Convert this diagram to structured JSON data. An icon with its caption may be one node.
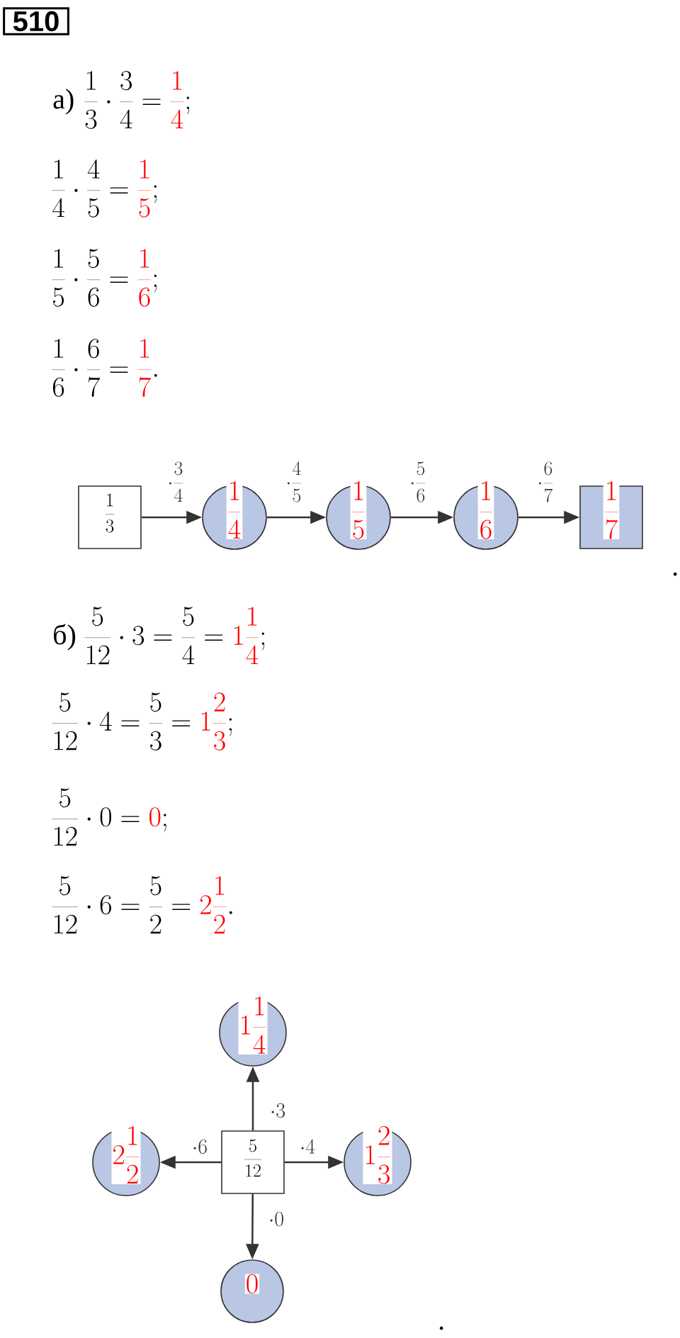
{
  "diagram": {
    "nodes": [
      {
        "text": [
          "\\frac{1}{3}"
        ]
      },
      {
        "text": [
          "\\frac{1}{4}"
        ]
      },
      {
        "text": [
          "\\frac{1}{5}"
        ]
      },
      {
        "text": [
          "\\frac{1}{6}"
        ]
      },
      {
        "text": [
          "\\frac{1}{7}"
        ]
      },
      {
        "text": [
          "1\\frac{1}{4}"
        ]
      },
      {
        "text": [
          "2\\frac{1}{2}"
        ]
      },
      {
        "text": [
          "\\frac{5}{12}"
        ]
      },
      {
        "text": [
          "1\\frac{2}{3}"
        ]
      },
      {
        "text": [
          "0"
        ]
      }
    ],
    "edges": [
      {
        "from": 0,
        "to": 1,
        "arrow": "to",
        "label": "\\cdot\\frac{3}{4}"
      },
      {
        "from": 1,
        "to": 2,
        "arrow": "to",
        "label": "\\cdot\\frac{4}{5}"
      },
      {
        "from": 2,
        "to": 3,
        "arrow": "to",
        "label": "\\cdot\\frac{5}{6}"
      },
      {
        "from": 3,
        "to": 4,
        "arrow": "to",
        "label": "\\cdot\\frac{6}{7}"
      },
      {
        "from": 7,
        "to": 5,
        "arrow": "to",
        "label": "\\cdot 3"
      },
      {
        "from": 7,
        "to": 6,
        "arrow": "to",
        "label": "\\cdot 6"
      },
      {
        "from": 7,
        "to": 8,
        "arrow": "to",
        "label": "\\cdot 4"
      },
      {
        "from": 7,
        "to": 9,
        "arrow": "to",
        "label": "\\cdot 0"
      }
    ],
    "labels": [
      "510",
      "а)",
      "\\frac{1}{3}\\cdot\\frac{3}{4}={\\color{red}\\frac{1}{4}};",
      "\\frac{1}{4}\\cdot\\frac{4}{5}={\\color{red}\\frac{1}{5}};",
      "\\frac{1}{5}\\cdot\\frac{5}{6}={\\color{red}\\frac{1}{6}};",
      "\\frac{1}{6}\\cdot\\frac{6}{7}={\\color{red}\\frac{1}{7}}.",
      ".",
      "б)",
      "\\frac{5}{12}\\cdot 3=\\frac{5}{4}={\\color{red}1\\frac{1}{4}};",
      "\\frac{5}{12}\\cdot 4=\\frac{5}{3}={\\color{red}1\\frac{2}{3}};",
      "\\frac{5}{12}\\cdot 0={\\color{red}0};",
      "\\frac{5}{12}\\cdot 6=\\frac{5}{2}={\\color{red}2\\frac{1}{2}}.",
      "."
    ]
  }
}
